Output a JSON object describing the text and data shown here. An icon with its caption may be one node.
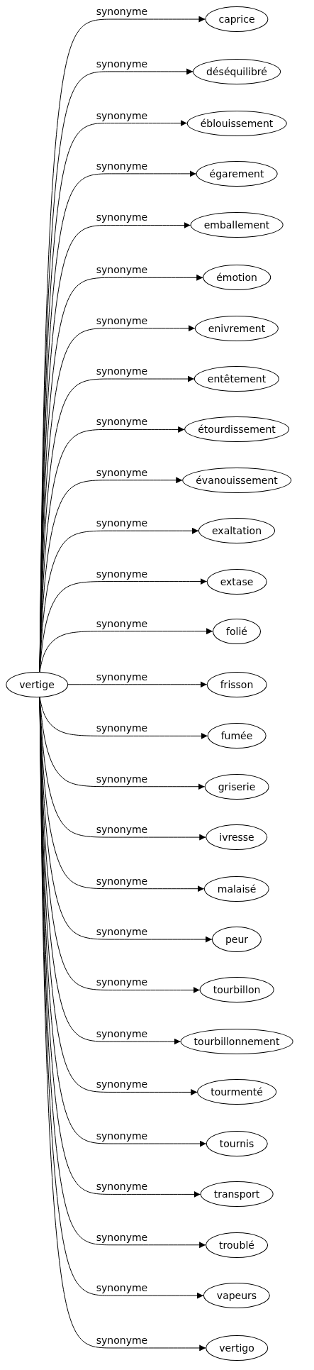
{
  "diagram": {
    "nodes": [
      {
        "text": [
          "vertige"
        ]
      },
      {
        "text": [
          "caprice"
        ]
      },
      {
        "text": [
          "déséquilibré"
        ]
      },
      {
        "text": [
          "éblouissement"
        ]
      },
      {
        "text": [
          "égarement"
        ]
      },
      {
        "text": [
          "emballement"
        ]
      },
      {
        "text": [
          "émotion"
        ]
      },
      {
        "text": [
          "enivrement"
        ]
      },
      {
        "text": [
          "entêtement"
        ]
      },
      {
        "text": [
          "étourdissement"
        ]
      },
      {
        "text": [
          "évanouissement"
        ]
      },
      {
        "text": [
          "exaltation"
        ]
      },
      {
        "text": [
          "extase"
        ]
      },
      {
        "text": [
          "folié"
        ]
      },
      {
        "text": [
          "frisson"
        ]
      },
      {
        "text": [
          "fumée"
        ]
      },
      {
        "text": [
          "griserie"
        ]
      },
      {
        "text": [
          "ivresse"
        ]
      },
      {
        "text": [
          "malaisé"
        ]
      },
      {
        "text": [
          "peur"
        ]
      },
      {
        "text": [
          "tourbillon"
        ]
      },
      {
        "text": [
          "tourbillonnement"
        ]
      },
      {
        "text": [
          "tourmenté"
        ]
      },
      {
        "text": [
          "tournis"
        ]
      },
      {
        "text": [
          "transport"
        ]
      },
      {
        "text": [
          "troublé"
        ]
      },
      {
        "text": [
          "vapeurs"
        ]
      },
      {
        "text": [
          "vertigo"
        ]
      }
    ],
    "edges": [
      {
        "from": 0,
        "to": 1,
        "arrow": "to",
        "label": "synonyme"
      },
      {
        "from": 0,
        "to": 2,
        "arrow": "to",
        "label": "synonyme"
      },
      {
        "from": 0,
        "to": 3,
        "arrow": "to",
        "label": "synonyme"
      },
      {
        "from": 0,
        "to": 4,
        "arrow": "to",
        "label": "synonyme"
      },
      {
        "from": 0,
        "to": 5,
        "arrow": "to",
        "label": "synonyme"
      },
      {
        "from": 0,
        "to": 6,
        "arrow": "to",
        "label": "synonyme"
      },
      {
        "from": 0,
        "to": 7,
        "arrow": "to",
        "label": "synonyme"
      },
      {
        "from": 0,
        "to": 8,
        "arrow": "to",
        "label": "synonyme"
      },
      {
        "from": 0,
        "to": 9,
        "arrow": "to",
        "label": "synonyme"
      },
      {
        "from": 0,
        "to": 10,
        "arrow": "to",
        "label": "synonyme"
      },
      {
        "from": 0,
        "to": 11,
        "arrow": "to",
        "label": "synonyme"
      },
      {
        "from": 0,
        "to": 12,
        "arrow": "to",
        "label": "synonyme"
      },
      {
        "from": 0,
        "to": 13,
        "arrow": "to",
        "label": "synonyme"
      },
      {
        "from": 0,
        "to": 14,
        "arrow": "to",
        "label": "synonyme"
      },
      {
        "from": 0,
        "to": 15,
        "arrow": "to",
        "label": "synonyme"
      },
      {
        "from": 0,
        "to": 16,
        "arrow": "to",
        "label": "synonyme"
      },
      {
        "from": 0,
        "to": 17,
        "arrow": "to",
        "label": "synonyme"
      },
      {
        "from": 0,
        "to": 18,
        "arrow": "to",
        "label": "synonyme"
      },
      {
        "from": 0,
        "to": 19,
        "arrow": "to",
        "label": "synonyme"
      },
      {
        "from": 0,
        "to": 20,
        "arrow": "to",
        "label": "synonyme"
      },
      {
        "from": 0,
        "to": 21,
        "arrow": "to",
        "label": "synonyme"
      },
      {
        "from": 0,
        "to": 22,
        "arrow": "to",
        "label": "synonyme"
      },
      {
        "from": 0,
        "to": 23,
        "arrow": "to",
        "label": "synonyme"
      },
      {
        "from": 0,
        "to": 24,
        "arrow": "to",
        "label": "synonyme"
      },
      {
        "from": 0,
        "to": 25,
        "arrow": "to",
        "label": "synonyme"
      },
      {
        "from": 0,
        "to": 26,
        "arrow": "to",
        "label": "synonyme"
      },
      {
        "from": 0,
        "to": 27,
        "arrow": "to",
        "label": "synonyme"
      }
    ]
  }
}
